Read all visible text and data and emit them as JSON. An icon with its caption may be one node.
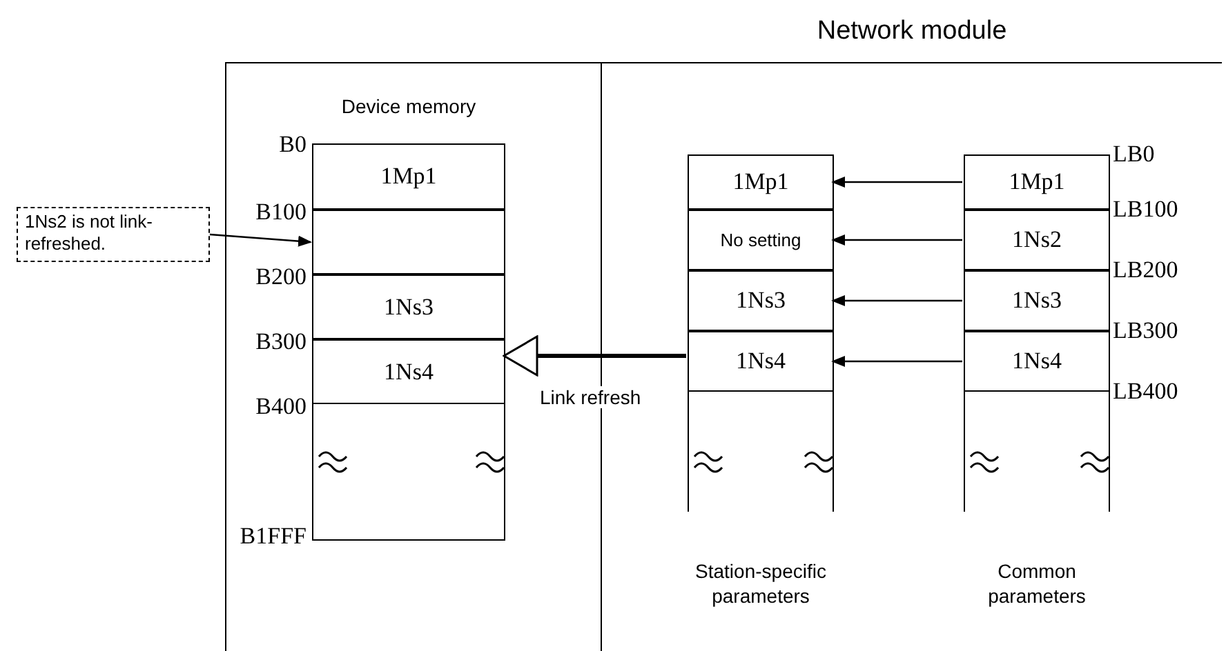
{
  "diagram": {
    "nodes": [
      {
        "text": [],
        "shape": "box"
      },
      {
        "text": [
          "Network module"
        ]
      },
      {
        "text": [
          "Device memory"
        ],
        "in": 0
      },
      {
        "text": [
          "1Mp1"
        ],
        "in": 2
      },
      {
        "text": [],
        "shape": "box",
        "in": 2
      },
      {
        "text": [
          "1Ns3"
        ],
        "in": 2
      },
      {
        "text": [
          "1Ns4"
        ],
        "in": 2
      },
      {
        "text": [
          "1Ns2 is not link-refreshed."
        ]
      },
      {
        "text": [
          "Station-specific parameters"
        ],
        "in": 1
      },
      {
        "text": [
          "1Mp1"
        ],
        "in": 8
      },
      {
        "text": [
          "No setting"
        ],
        "in": 8
      },
      {
        "text": [
          "1Ns3"
        ],
        "in": 8
      },
      {
        "text": [
          "1Ns4"
        ],
        "in": 8
      },
      {
        "text": [
          "Common parameters"
        ],
        "in": 1
      },
      {
        "text": [
          "1Mp1"
        ],
        "in": 13
      },
      {
        "text": [
          "1Ns2"
        ],
        "in": 13
      },
      {
        "text": [
          "1Ns3"
        ],
        "in": 13
      },
      {
        "text": [
          "1Ns4"
        ],
        "in": 13
      }
    ],
    "edges": [
      {
        "from": 7,
        "to": 4,
        "arrow": "to"
      },
      {
        "from": 8,
        "to": 2,
        "arrow": "to",
        "label": "Link refresh",
        "style": "thick"
      },
      {
        "from": 14,
        "to": 9,
        "arrow": "to"
      },
      {
        "from": 15,
        "to": 10,
        "arrow": "to"
      },
      {
        "from": 16,
        "to": 11,
        "arrow": "to"
      },
      {
        "from": 17,
        "to": 12,
        "arrow": "to"
      }
    ],
    "labels": [
      "B0",
      "B100",
      "B200",
      "B300",
      "B400",
      "B1FFF",
      "LB0",
      "LB100",
      "LB200",
      "LB300",
      "LB400"
    ]
  }
}
